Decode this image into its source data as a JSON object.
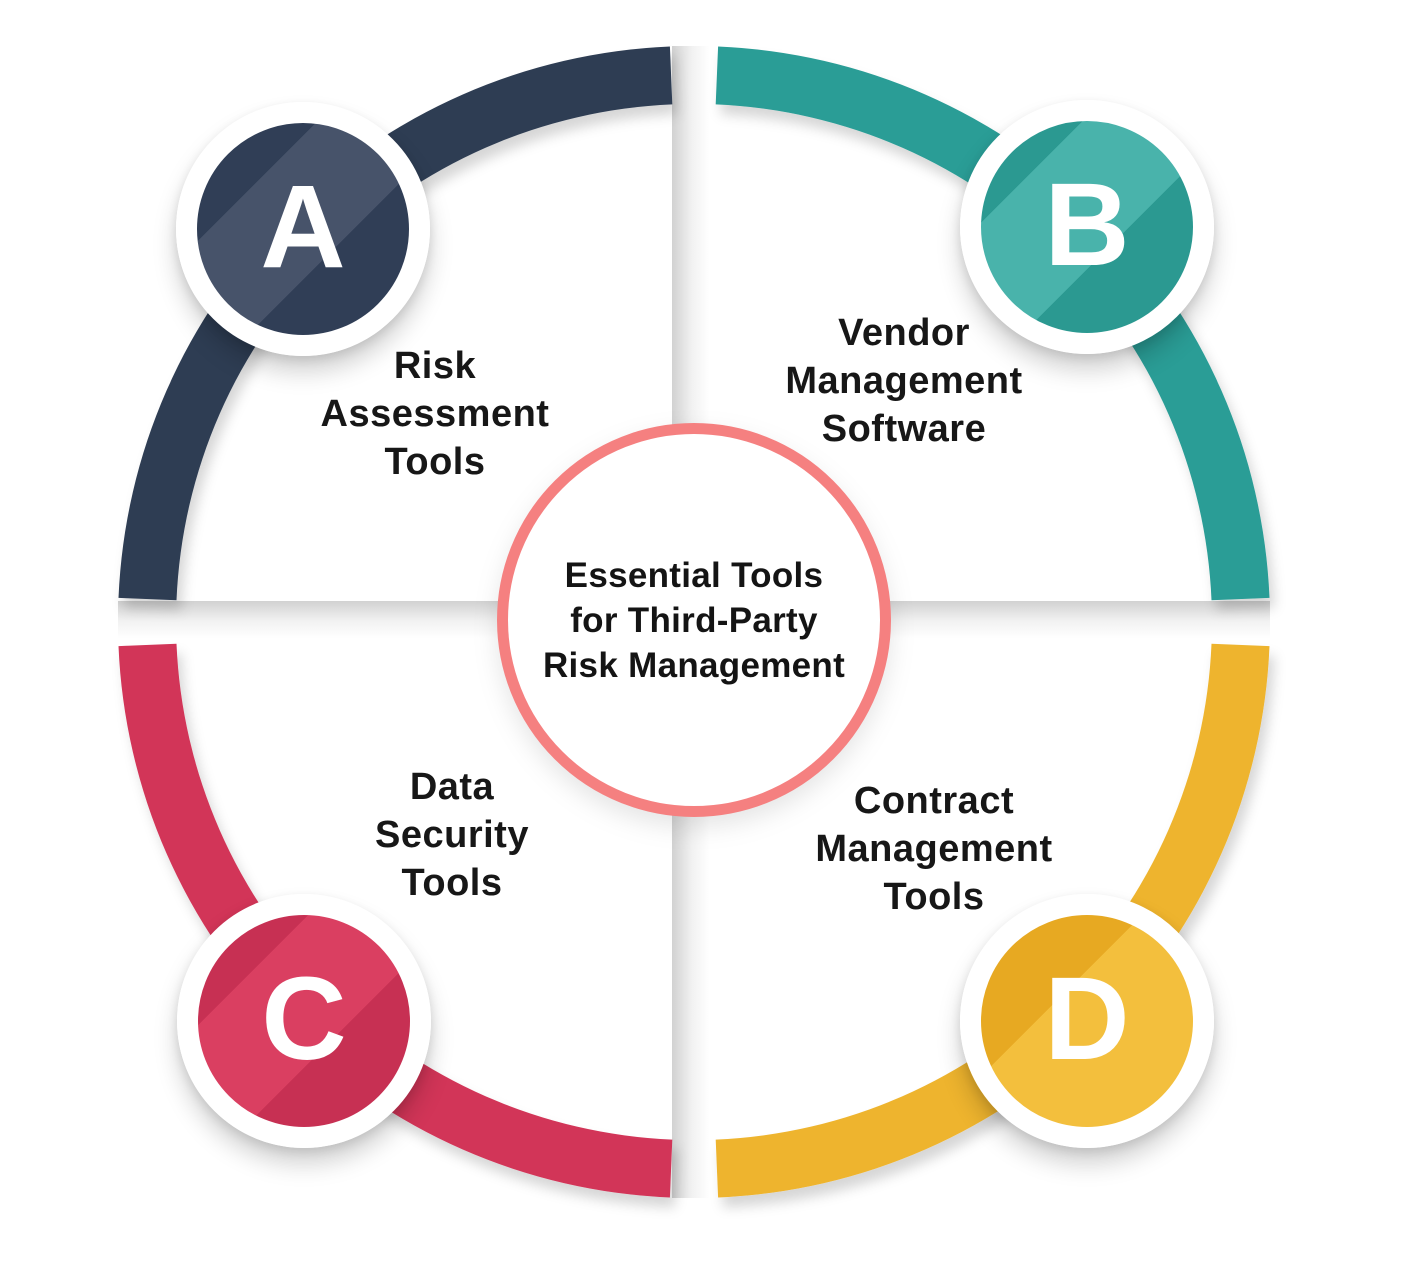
{
  "title": {
    "text": "Essential Tools\nfor Third-Party\nRisk Management",
    "ring_color": "#f58080"
  },
  "segments": [
    {
      "id": "A",
      "letter": "A",
      "label": "Risk\nAssessment\nTools",
      "arc_color": "#2e3d53",
      "badge_dark": "#303e56",
      "badge_light": "#47536a"
    },
    {
      "id": "B",
      "letter": "B",
      "label": "Vendor\nManagement\nSoftware",
      "arc_color": "#2a9d96",
      "badge_dark": "#2b9991",
      "badge_light": "#49b3ab"
    },
    {
      "id": "C",
      "letter": "C",
      "label": "Data\nSecurity\nTools",
      "arc_color": "#d23558",
      "badge_dark": "#c73053",
      "badge_light": "#da3f61"
    },
    {
      "id": "D",
      "letter": "D",
      "label": "Contract\nManagement\nTools",
      "arc_color": "#eeb42f",
      "badge_dark": "#e7a922",
      "badge_light": "#f3bf3d"
    }
  ]
}
